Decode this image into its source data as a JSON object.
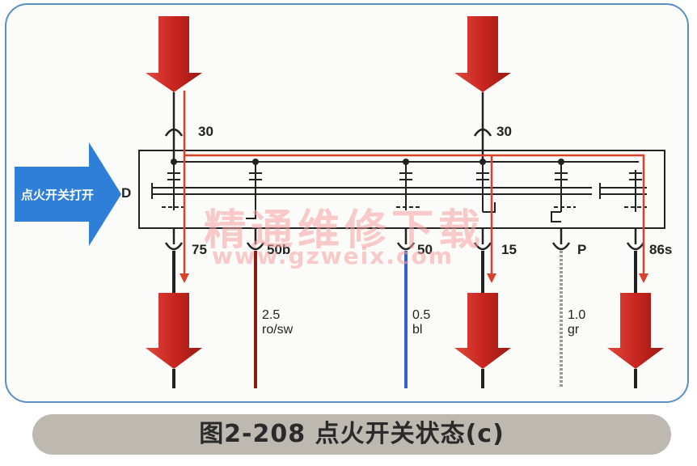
{
  "diagram": {
    "input_arrow_label": "点火开关打开",
    "switch_label": "D",
    "top_terminals": [
      "30",
      "30"
    ],
    "bottom_terminals": [
      "75",
      "50b",
      "50",
      "15",
      "P",
      "86s"
    ],
    "wires": [
      {
        "size": "2.5",
        "color_code": "ro/sw",
        "color": "#8a1d12"
      },
      {
        "size": "0.5",
        "color_code": "bl",
        "color": "#2f63c8"
      },
      {
        "size": "1.0",
        "color_code": "gr",
        "color": "#9a9a9a"
      }
    ],
    "current_flow_color": "#d8412a",
    "power_arrow_color": "#c8261f",
    "input_arrow_color": "#2f7fd8"
  },
  "watermark": {
    "text": "精通维修下载",
    "url": "www.gzweix.com"
  },
  "caption": "图2-208  点火开关状态(c)"
}
